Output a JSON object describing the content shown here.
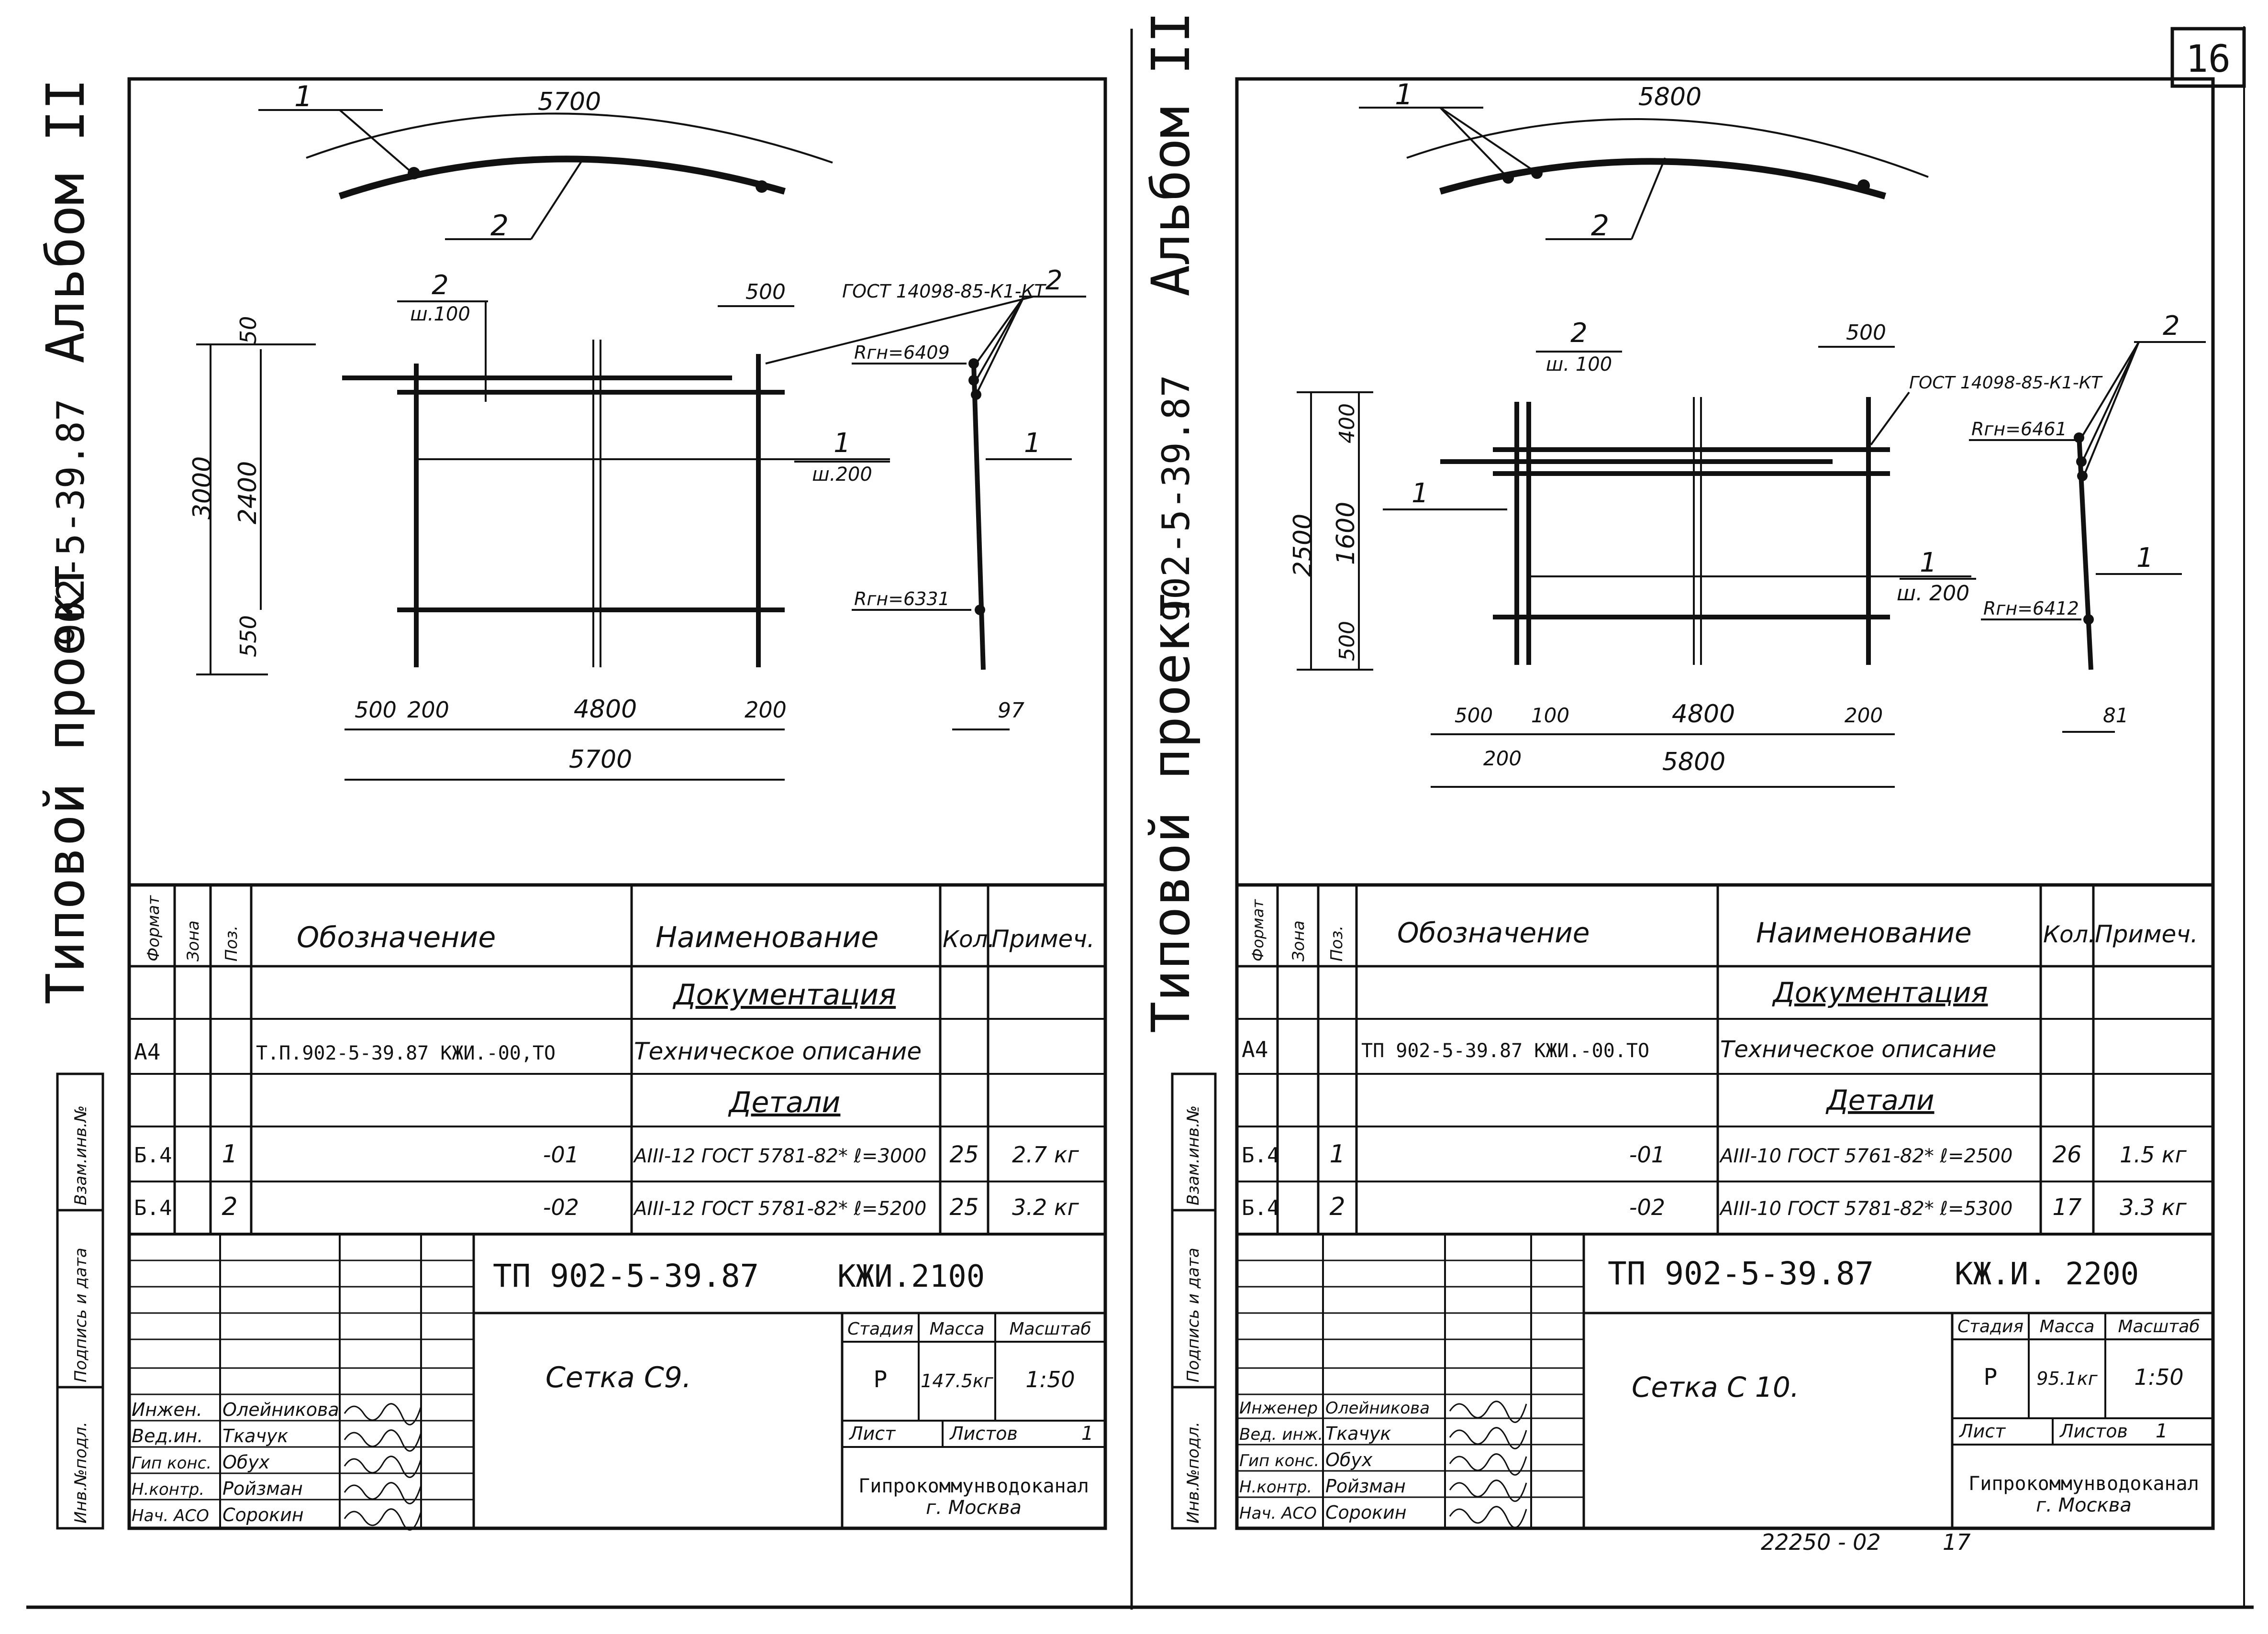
{
  "page_number": "16",
  "footer": {
    "code": "22250 - 02",
    "num": "17"
  },
  "sheets": [
    {
      "side": "left",
      "vertical_title": {
        "project": "Типовой проект",
        "code": "902-5-39.87",
        "album": "Альбом II"
      },
      "arc": {
        "length": "5700",
        "label_1": "1",
        "label_2": "2"
      },
      "plan": {
        "label_top_num": "2",
        "label_top_step": "ш.100",
        "dim_500_top": "500",
        "gost_label": "ГОСТ 14098-85-К1-КТ",
        "label_right_num": "1",
        "label_right_step": "ш.200",
        "left_overall": "3000",
        "left_inner": "2400",
        "left_top": "50",
        "left_bottom": "550",
        "bottom_500": "500",
        "bottom_200a": "200",
        "bottom_4800": "4800",
        "bottom_200b": "200",
        "bottom_total": "5700"
      },
      "section": {
        "label_2": "2",
        "rgn_top": "Rгн=6409",
        "label_1": "1",
        "rgn_bot": "Rгн=6331",
        "dim": "97"
      },
      "spec": {
        "headers": {
          "format": "Формат",
          "zone": "Зона",
          "pos": "Поз.",
          "designation": "Обозначение",
          "name": "Наименование",
          "qty": "Кол.",
          "note": "Примеч."
        },
        "section_docs": "Документация",
        "doc_row": {
          "format": "А4",
          "designation": "Т.П.902-5-39.87   КЖИ.-00,ТО",
          "name": "Техническое описание"
        },
        "section_parts": "Детали",
        "rows": [
          {
            "format": "Б.4",
            "pos": "1",
            "designation": "-01",
            "name": "AIII-12 ГОСТ 5781-82* ℓ=3000",
            "qty": "25",
            "note": "2.7 кг"
          },
          {
            "format": "Б.4",
            "pos": "2",
            "designation": "-02",
            "name": "AIII-12 ГОСТ 5781-82* ℓ=5200",
            "qty": "25",
            "note": "3.2 кг"
          }
        ]
      },
      "side_stamp": [
        "Взам.инв.№",
        "Подпись и дата",
        "Инв.№подл."
      ],
      "title_block": {
        "doc_code": "ТП   902-5-39.87",
        "sheet_code": "КЖИ.2100",
        "title": "Сетка  С9.",
        "h_stage": "Стадия",
        "h_mass": "Масса",
        "h_scale": "Масштаб",
        "stage": "Р",
        "mass": "147.5кг",
        "scale": "1:50",
        "sheet_label": "Лист",
        "sheets_label": "Листов",
        "sheets_count": "1",
        "org": "Гипрокоммунводоканал",
        "city": "г. Москва",
        "staff": [
          {
            "role": "Инжен.",
            "name": "Олейникова"
          },
          {
            "role": "Вед.ин.",
            "name": "Ткачук"
          },
          {
            "role": "Гип конс.",
            "name": "Обух"
          },
          {
            "role": "Н.контр.",
            "name": "Ройзман"
          },
          {
            "role": "Нач. АСО",
            "name": "Сорокин"
          }
        ]
      }
    },
    {
      "side": "right",
      "vertical_title": {
        "project": "Типовой проект",
        "code": "902-5-39.87",
        "album": "Альбом II"
      },
      "arc": {
        "length": "5800",
        "label_1": "1",
        "label_2": "2"
      },
      "plan": {
        "label_top_num": "2",
        "label_top_step": "ш. 100",
        "dim_500_top": "500",
        "gost_label": "ГОСТ 14098-85-К1-КТ",
        "label_right_num": "1",
        "label_right_step": "ш. 200",
        "label_left_num": "1",
        "left_overall": "2500",
        "left_inner": "1600",
        "left_top": "400",
        "left_bottom": "500",
        "bottom_500": "500",
        "bottom_100": "100",
        "bottom_200_low": "200",
        "bottom_4800": "4800",
        "bottom_200b": "200",
        "bottom_total": "5800"
      },
      "section": {
        "label_2": "2",
        "rgn_top": "Rгн=6461",
        "label_1": "1",
        "rgn_bot": "Rгн=6412",
        "dim": "81"
      },
      "spec": {
        "headers": {
          "format": "Формат",
          "zone": "Зона",
          "pos": "Поз.",
          "designation": "Обозначение",
          "name": "Наименование",
          "qty": "Кол.",
          "note": "Примеч."
        },
        "section_docs": "Документация",
        "doc_row": {
          "format": "А4",
          "designation": "ТП 902-5-39.87   КЖИ.-00.ТО",
          "name": "Техническое описание"
        },
        "section_parts": "Детали",
        "rows": [
          {
            "format": "Б.4",
            "pos": "1",
            "designation": "-01",
            "name": "AIII-10 ГОСТ 5761-82* ℓ=2500",
            "qty": "26",
            "note": "1.5 кг"
          },
          {
            "format": "Б.4",
            "pos": "2",
            "designation": "-02",
            "name": "AIII-10 ГОСТ 5781-82* ℓ=5300",
            "qty": "17",
            "note": "3.3 кг"
          }
        ]
      },
      "side_stamp": [
        "Взам.инв.№",
        "Подпись и дата",
        "Инв.№подл."
      ],
      "title_block": {
        "doc_code": "ТП   902-5-39.87",
        "sheet_code": "КЖ.И. 2200",
        "title": "Сетка  С 10.",
        "h_stage": "Стадия",
        "h_mass": "Масса",
        "h_scale": "Масштаб",
        "stage": "Р",
        "mass": "95.1кг",
        "scale": "1:50",
        "sheet_label": "Лист",
        "sheets_label": "Листов",
        "sheets_count": "1",
        "org": "Гипрокоммунводоканал",
        "city": "г. Москва",
        "staff": [
          {
            "role": "Инженер",
            "name": "Олейникова"
          },
          {
            "role": "Вед. инж.",
            "name": "Ткачук"
          },
          {
            "role": "Гип конс.",
            "name": "Обух"
          },
          {
            "role": "Н.контр.",
            "name": "Ройзман"
          },
          {
            "role": "Нач. АСО",
            "name": "Сорокин"
          }
        ]
      }
    }
  ]
}
